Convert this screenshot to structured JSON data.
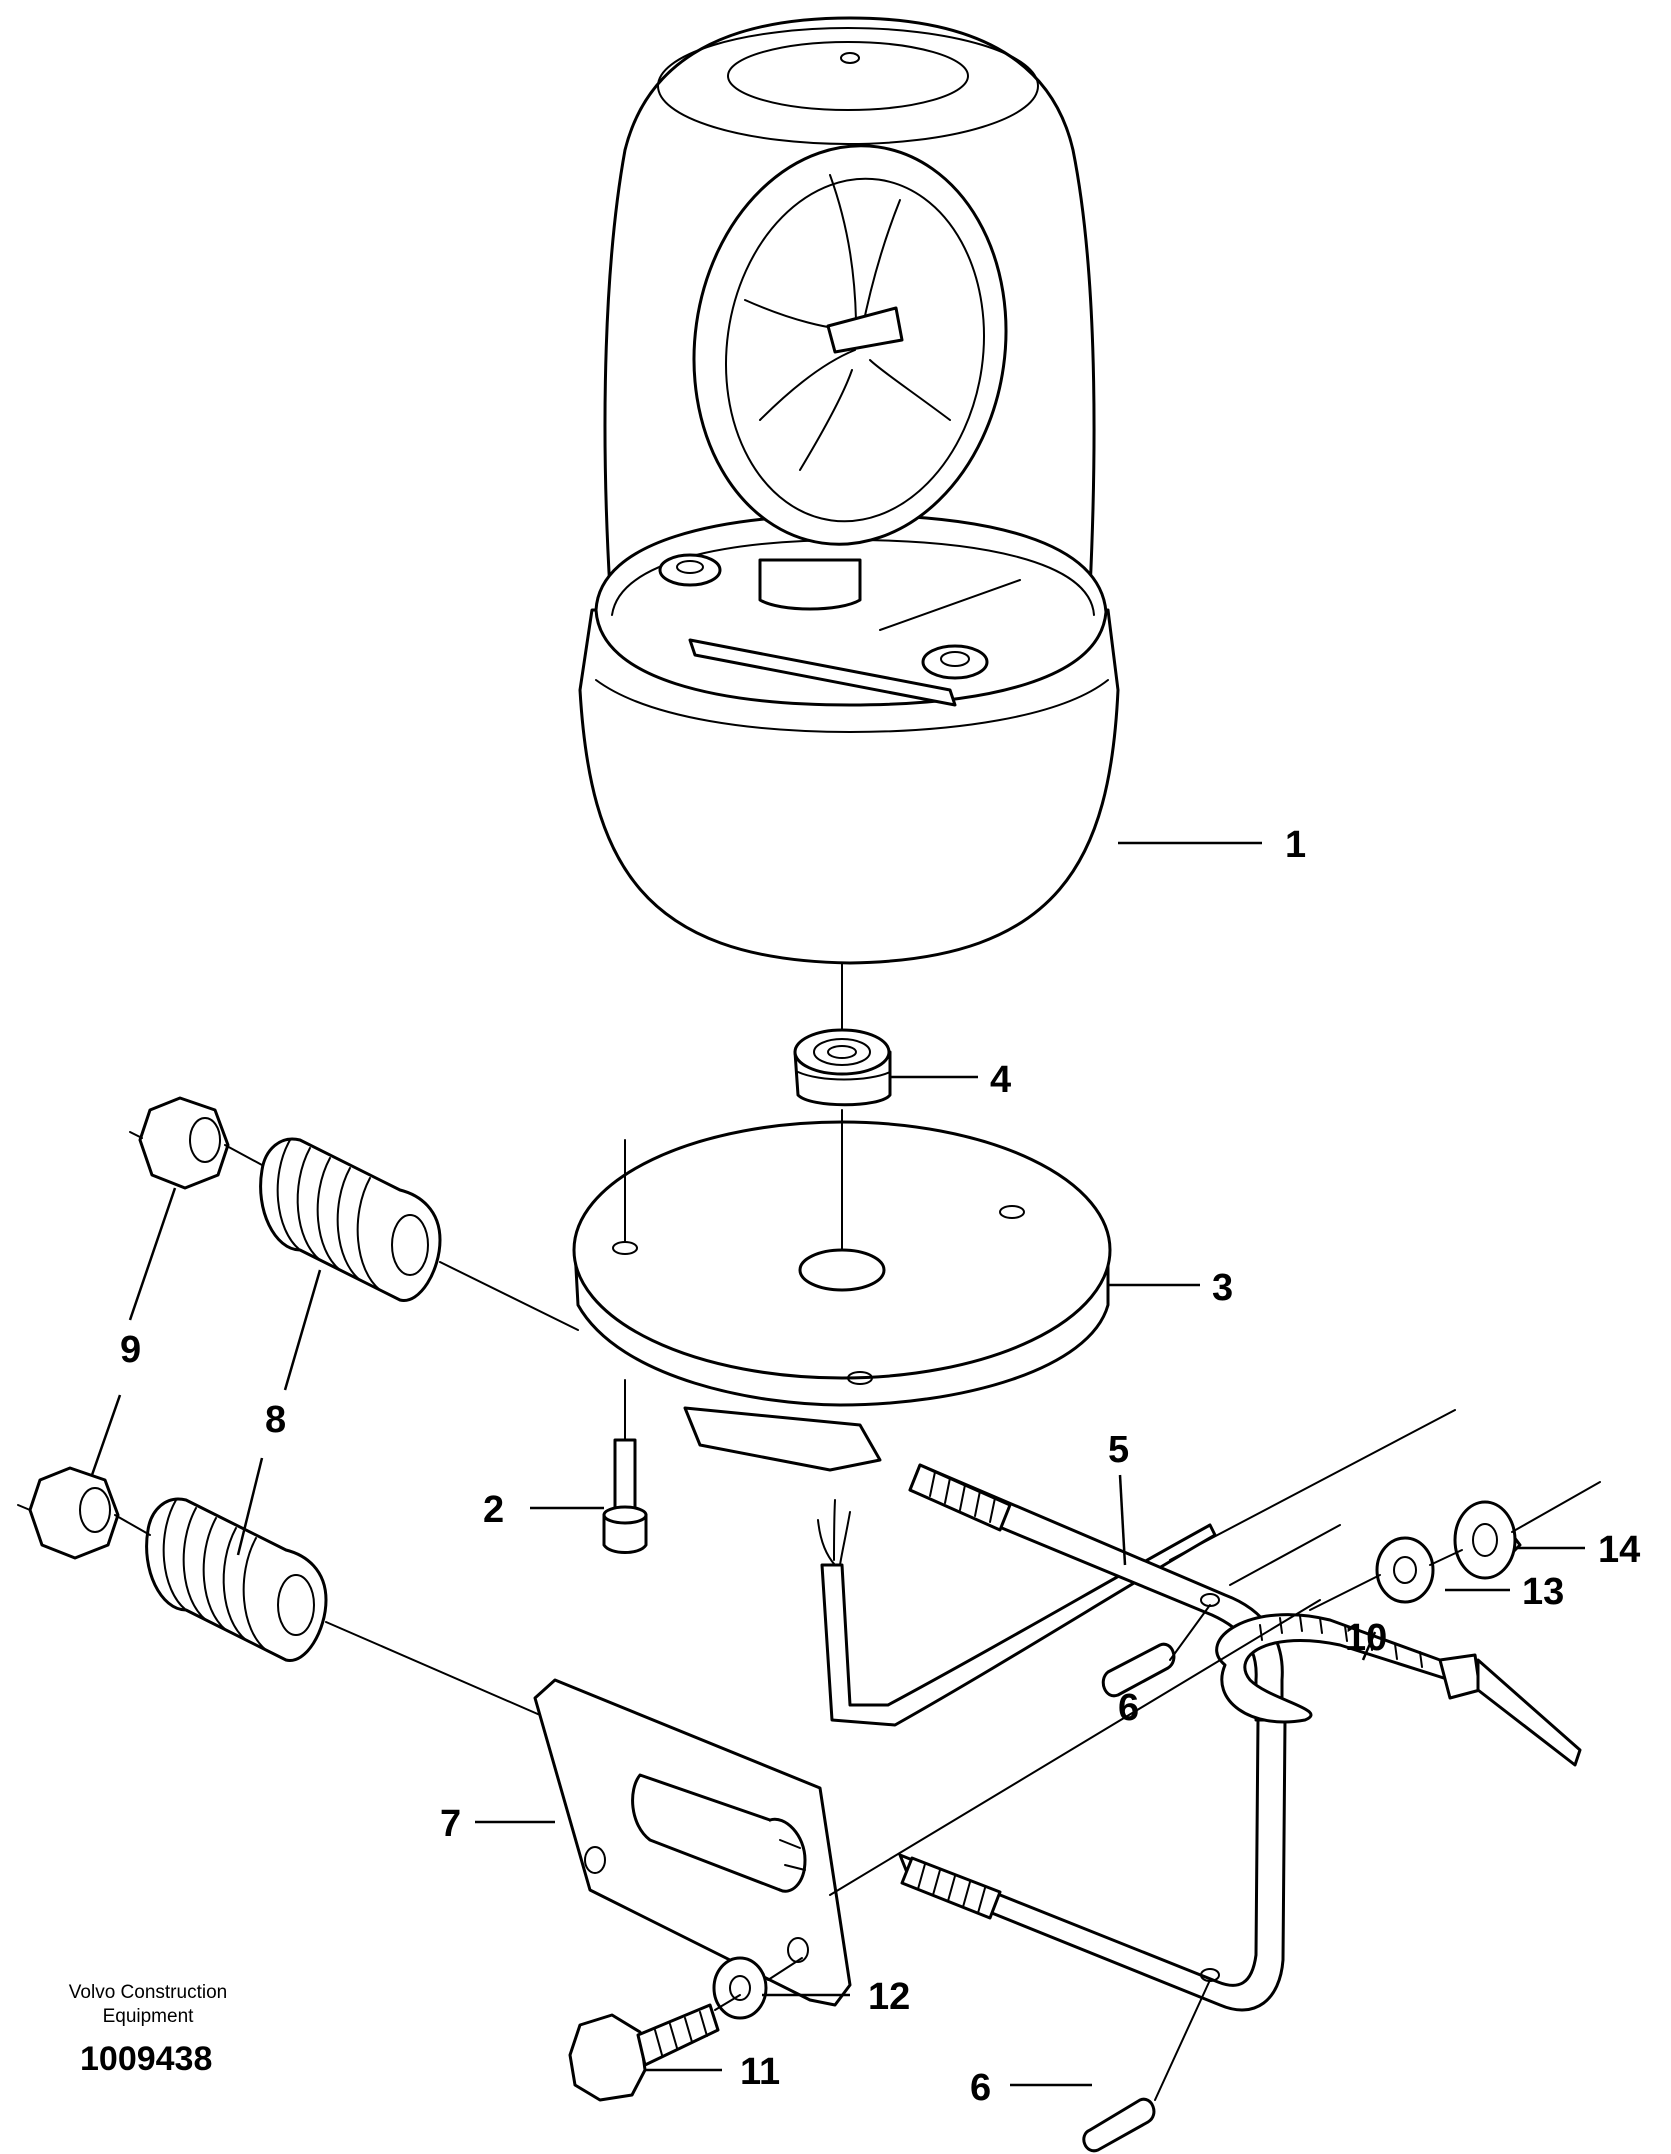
{
  "callouts": {
    "c1": "1",
    "c2": "2",
    "c3": "3",
    "c4": "4",
    "c5": "5",
    "c6a": "6",
    "c6b": "6",
    "c7": "7",
    "c8": "8",
    "c9": "9",
    "c10": "10",
    "c11": "11",
    "c12": "12",
    "c13": "13",
    "c14": "14"
  },
  "footer": {
    "credit_line1": "Volvo Construction",
    "credit_line2": "Equipment",
    "drawing_number": "1009438"
  }
}
